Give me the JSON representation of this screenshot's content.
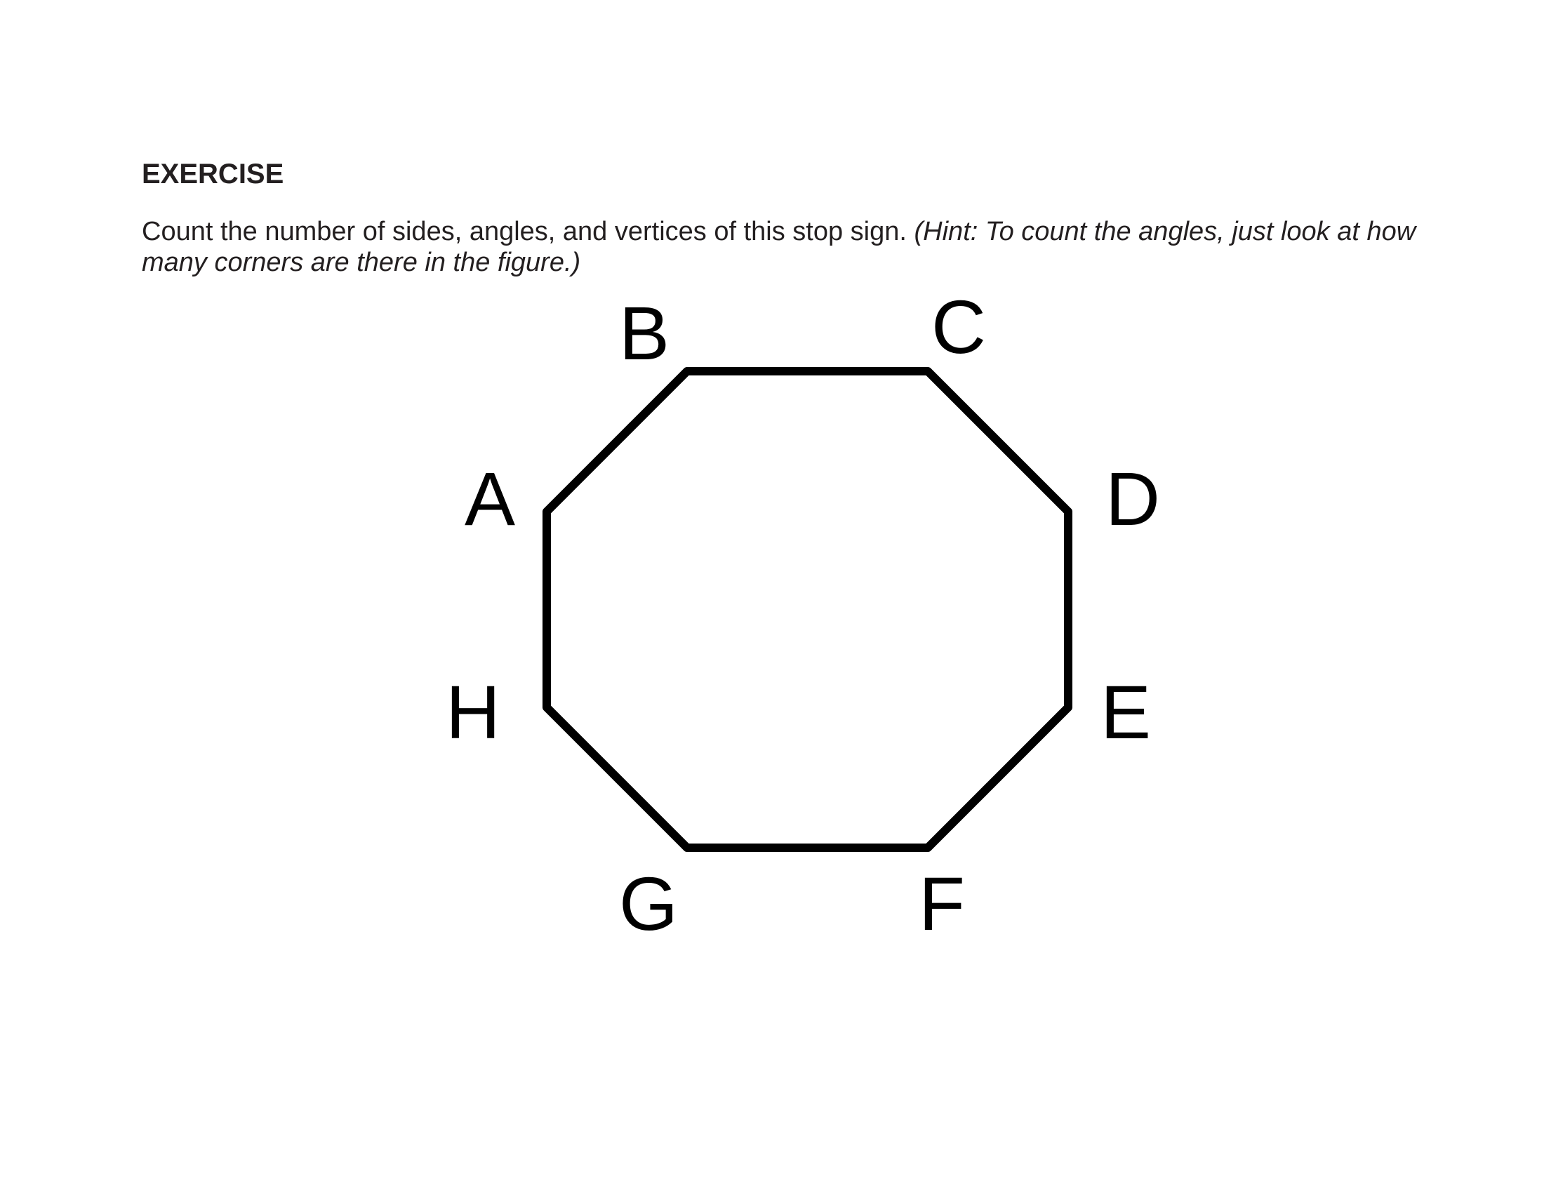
{
  "exercise": {
    "heading": "EXERCISE",
    "instruction": "Count the number of sides, angles, and vertices of this stop sign.",
    "hint": "(Hint: To count the angles, just look at how many corners are there in the figure.)"
  },
  "figure": {
    "shape": "octagon",
    "stroke_color": "#000000",
    "vertex_labels": {
      "a": "A",
      "b": "B",
      "c": "C",
      "d": "D",
      "e": "E",
      "f": "F",
      "g": "G",
      "h": "H"
    }
  }
}
